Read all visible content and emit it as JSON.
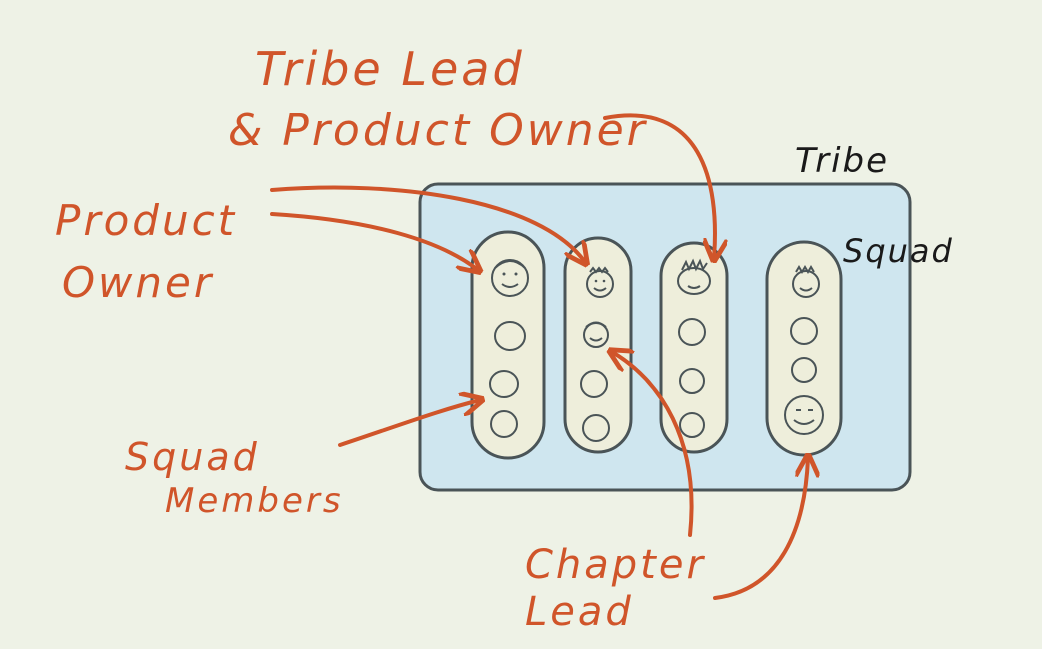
{
  "labels": {
    "tribe_lead_line1": "Tribe Lead",
    "tribe_lead_line2": "& Product Owner",
    "tribe": "Tribe",
    "squad": "Squad",
    "product_owner_line1": "Product",
    "product_owner_line2": "Owner",
    "squad_members_line1": "Squad",
    "squad_members_line2": "Members",
    "chapter_lead_line1": "Chapter",
    "chapter_lead_line2": "Lead"
  },
  "colors": {
    "background": "#eef2e6",
    "tribe_fill": "#cfe6ef",
    "squad_fill": "#eeeedb",
    "annotation": "#d0552a",
    "outline": "#4a5457"
  },
  "squads": [
    {
      "members": 4,
      "faces": [
        "product-owner",
        "member",
        "member",
        "member"
      ]
    },
    {
      "members": 4,
      "faces": [
        "product-owner",
        "chapter-lead",
        "member",
        "member"
      ]
    },
    {
      "members": 4,
      "faces": [
        "tribe-lead-product-owner",
        "member",
        "member",
        "member"
      ]
    },
    {
      "members": 4,
      "faces": [
        "product-owner",
        "member",
        "member",
        "chapter-lead"
      ]
    }
  ]
}
